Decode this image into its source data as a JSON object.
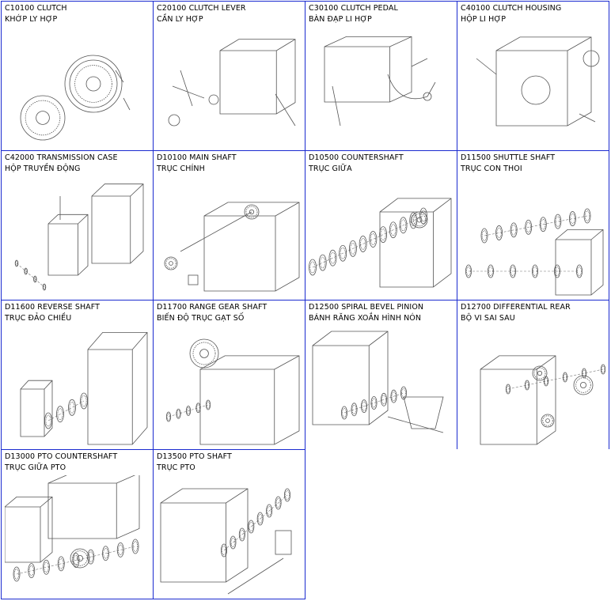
{
  "colors": {
    "border": "#1b2bd0",
    "line": "#444444",
    "background": "#ffffff"
  },
  "cells": [
    {
      "code": "C10100 CLUTCH",
      "vn": "KHỚP LY HỢP",
      "art": "clutch"
    },
    {
      "code": "C20100 CLUTCH LEVER",
      "vn": "CẦN LY HỢP",
      "art": "lever"
    },
    {
      "code": "C30100 CLUTCH PEDAL",
      "vn": "BÀN ĐẠP LI HỢP",
      "art": "pedal"
    },
    {
      "code": "C40100 CLUTCH HOUSING",
      "vn": "HỘP LI HỢP",
      "art": "housing"
    },
    {
      "code": "C42000 TRANSMISSION CASE",
      "vn": "HỘP TRUYỀN ĐỘNG",
      "art": "case"
    },
    {
      "code": "D10100 MAIN SHAFT",
      "vn": "TRỤC CHÍNH",
      "art": "shaft"
    },
    {
      "code": "D10500 COUNTERSHAFT",
      "vn": "TRỤC GIỮA",
      "art": "counter"
    },
    {
      "code": "D11500 SHUTTLE SHAFT",
      "vn": "TRỤC CON THOI",
      "art": "shuttle"
    },
    {
      "code": "D11600 REVERSE SHAFT",
      "vn": "TRỤC ĐẢO CHIỀU",
      "art": "reverse"
    },
    {
      "code": "D11700 RANGE GEAR SHAFT",
      "vn": "BIẾN ĐỘ TRỤC GẠT SỐ",
      "art": "range"
    },
    {
      "code": "D12500 SPIRAL BEVEL PINION",
      "vn": "BÁNH RĂNG XOẮN HÌNH NÓN",
      "art": "bevel"
    },
    {
      "code": "D12700 DIFFERENTIAL REAR",
      "vn": "BỘ VI SAI SAU",
      "art": "diff"
    },
    {
      "code": "D13000 PTO COUNTERSHAFT",
      "vn": "TRỤC GIỮA PTO",
      "art": "ptocounter"
    },
    {
      "code": "D13500 PTO SHAFT",
      "vn": "TRỤC PTO",
      "art": "ptoshaft"
    }
  ]
}
